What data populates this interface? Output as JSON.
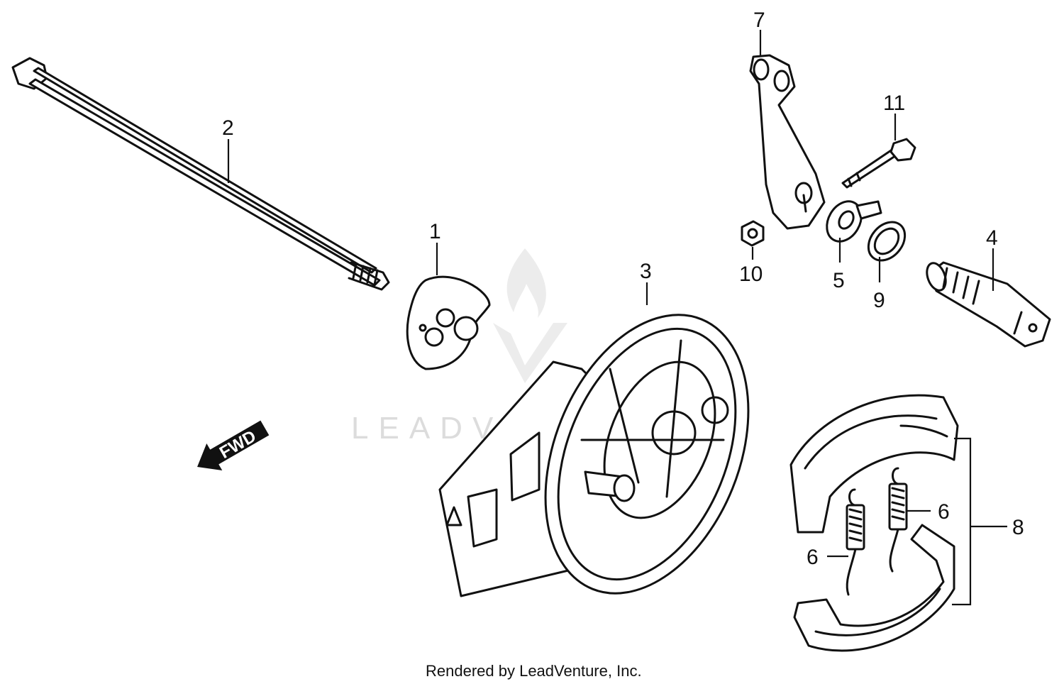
{
  "watermark": {
    "text": "LEADVENTURE"
  },
  "direction_marker": {
    "label": "FWD"
  },
  "callouts": [
    {
      "id": "c1",
      "label": "1"
    },
    {
      "id": "c2",
      "label": "2"
    },
    {
      "id": "c3",
      "label": "3"
    },
    {
      "id": "c4",
      "label": "4"
    },
    {
      "id": "c5",
      "label": "5"
    },
    {
      "id": "c6a",
      "label": "6"
    },
    {
      "id": "c6b",
      "label": "6"
    },
    {
      "id": "c7",
      "label": "7"
    },
    {
      "id": "c8",
      "label": "8"
    },
    {
      "id": "c9",
      "label": "9"
    },
    {
      "id": "c10",
      "label": "10"
    },
    {
      "id": "c11",
      "label": "11"
    }
  ],
  "footer": {
    "credit": "Rendered by LeadVenture, Inc."
  }
}
